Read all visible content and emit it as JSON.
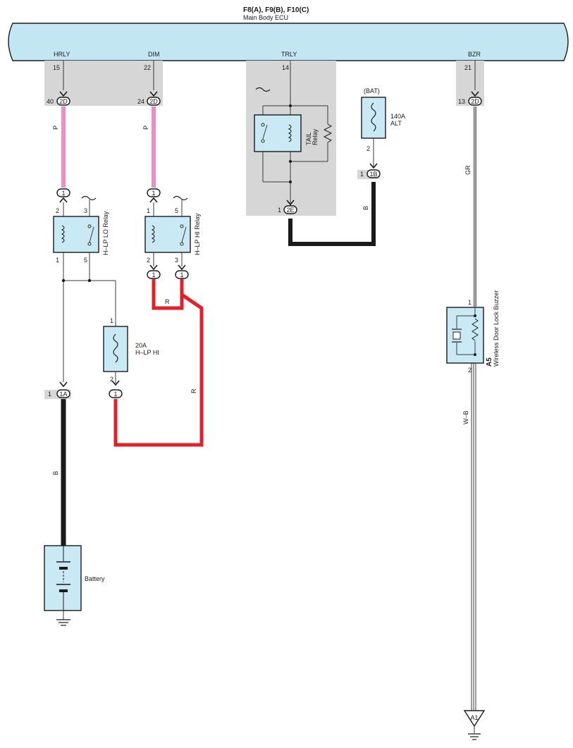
{
  "header": {
    "connectors": "F8(A), F9(B), F10(C)",
    "ecu_name": "Main Body ECU"
  },
  "ecu_terminals": [
    {
      "name": "HRLY",
      "pin": "15"
    },
    {
      "name": "DIM",
      "pin": "22"
    },
    {
      "name": "TRLY",
      "pin": "14"
    },
    {
      "name": "BZR",
      "pin": "21"
    }
  ],
  "junctions": {
    "j1": {
      "pin": "40",
      "label": "2D"
    },
    "j2": {
      "pin": "24",
      "label": "2D"
    },
    "j3": {
      "pin": "13",
      "label": "2D"
    },
    "j4": {
      "pin": "1",
      "label": "2E"
    },
    "j5": {
      "pin": "1",
      "label": "1B"
    },
    "j6": {
      "pin": "1",
      "label": "1A"
    }
  },
  "connector_labels": {
    "one": "1"
  },
  "wire_colors": {
    "p": "P",
    "r": "R",
    "b": "B",
    "gr": "GR",
    "wb": "W–B"
  },
  "components": {
    "hlp_lo_relay": {
      "name": "H–LP LO Relay",
      "pins": [
        "2",
        "3",
        "1",
        "5"
      ]
    },
    "hlp_hi_relay": {
      "name": "H–LP HI Relay",
      "pins": [
        "1",
        "5",
        "2",
        "3"
      ]
    },
    "tail_relay": {
      "line1": "TAIL",
      "line2": "Relay"
    },
    "fuse_hi": {
      "rating": "20A",
      "name": "H–LP HI",
      "pins": [
        "1",
        "2"
      ]
    },
    "fuse_alt": {
      "supply": "(BAT)",
      "rating": "140A",
      "name": "ALT",
      "pin": "2"
    },
    "buzzer": {
      "code": "A5",
      "name": "Wireless Door Lock Buzzer",
      "pins": [
        "1",
        "2"
      ]
    },
    "battery": {
      "name": "Battery"
    },
    "ground": {
      "label": "A1"
    }
  },
  "colors": {
    "ecu_fill": "#c2e6f2",
    "component_fill": "#c9eaf5",
    "pink_wire": "#ee8ec2",
    "red_wire": "#e3202a",
    "black_wire": "#1a1a1a",
    "grey_wire": "#999999",
    "shade": "#d6d6d6"
  }
}
